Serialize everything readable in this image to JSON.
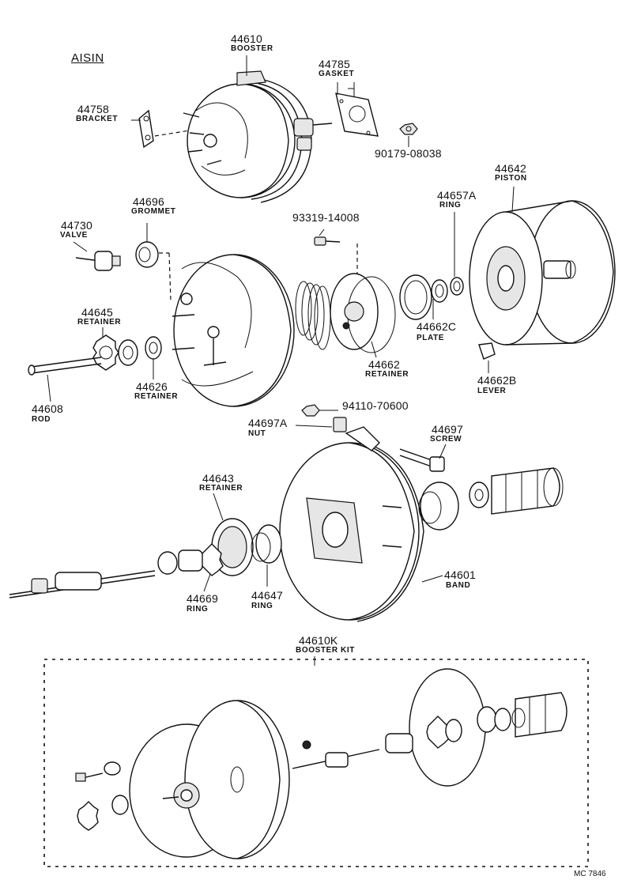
{
  "brand": "AISIN",
  "code": "MC 7846",
  "labels": {
    "booster": {
      "num": "44610",
      "name": "BOOSTER"
    },
    "gasket": {
      "num": "44785",
      "name": "GASKET"
    },
    "bracket": {
      "num": "44758",
      "name": "BRACKET"
    },
    "nut_90179": {
      "num": "90179-08038"
    },
    "grommet": {
      "num": "44696",
      "name": "GROMMET"
    },
    "valve": {
      "num": "44730",
      "name": "VALVE"
    },
    "bolt_93319": {
      "num": "93319-14008"
    },
    "piston": {
      "num": "44642",
      "name": "PISTON"
    },
    "ring_44657a": {
      "num": "44657A",
      "name": "RING"
    },
    "retainer_44645": {
      "num": "44645",
      "name": "RETAINER"
    },
    "plate": {
      "num": "44662C",
      "name": "PLATE"
    },
    "retainer_44662": {
      "num": "44662",
      "name": "RETAINER"
    },
    "retainer_44626": {
      "num": "44626",
      "name": "RETAINER"
    },
    "lever": {
      "num": "44662B",
      "name": "LEVER"
    },
    "rod": {
      "num": "44608",
      "name": "ROD"
    },
    "nut_94110": {
      "num": "94110-70600"
    },
    "nut_44697a": {
      "num": "44697A",
      "name": "NUT"
    },
    "screw": {
      "num": "44697",
      "name": "SCREW"
    },
    "retainer_44643": {
      "num": "44643",
      "name": "RETAINER"
    },
    "band": {
      "num": "44601",
      "name": "BAND"
    },
    "ring_44669": {
      "num": "44669",
      "name": "RING"
    },
    "ring_44647": {
      "num": "44647",
      "name": "RING"
    },
    "booster_kit": {
      "num": "44610K",
      "name": "BOOSTER KIT"
    }
  }
}
